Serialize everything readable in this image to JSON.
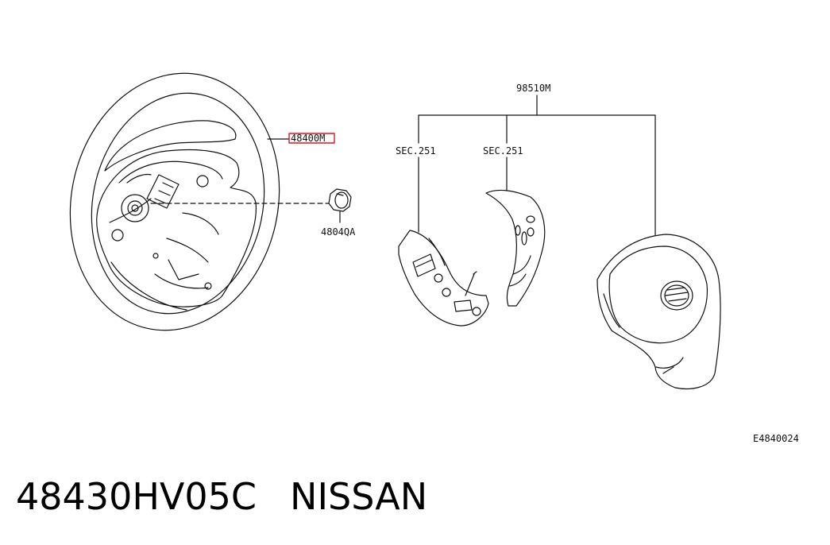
{
  "diagram": {
    "part_labels": {
      "steering_wheel": "48400M",
      "nut": "4804QA",
      "airbag_group": "98510M",
      "section_left": "SEC.251",
      "section_right": "SEC.251",
      "diagram_code": "E4840024"
    },
    "highlight_color": "#e0141e"
  },
  "footer": {
    "part_number": "48430HV05C",
    "brand": "NISSAN"
  }
}
